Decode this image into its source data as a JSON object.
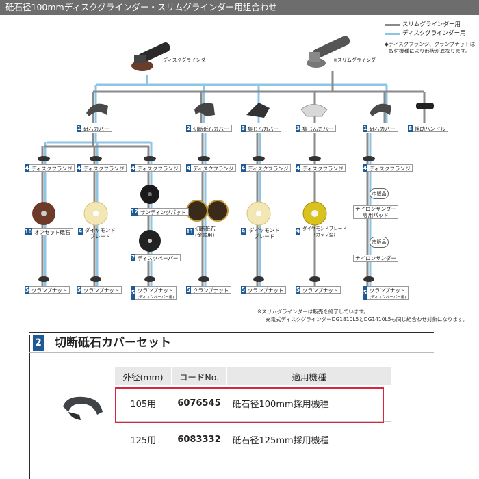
{
  "header": {
    "title": "砥石径100mmディスクグラインダー・スリムグラインダー用組合わせ"
  },
  "legend": [
    {
      "label": "スリムグラインダー用",
      "color": "#8a8a8a"
    },
    {
      "label": "ディスクグラインダー用",
      "color": "#8ec5e5"
    }
  ],
  "legend_note": [
    "◆ディスクフランジ、クランプナットは",
    "取付機種により形状が異なります。"
  ],
  "tools": {
    "disc": "ディスクグラインダー",
    "slim": "※スリムグラインダー"
  },
  "covers": [
    {
      "num": "1",
      "label": "砥石カバー"
    },
    {
      "num": "2",
      "label": "切断砥石カバー"
    },
    {
      "num": "3",
      "label": "集じんカバー"
    },
    {
      "num": "3",
      "label": "集じんカバー"
    },
    {
      "num": "1",
      "label": "砥石カバー"
    },
    {
      "num": "8",
      "label": "補助ハンドル"
    }
  ],
  "flange": {
    "num": "4",
    "label": "ディスクフランジ"
  },
  "clamp": {
    "num": "5",
    "label": "クランプナット"
  },
  "clamp_paper": {
    "num": "5",
    "label": "クランプナット",
    "sub": "(ディスクペーパー用)"
  },
  "accessories": {
    "offset": {
      "num": "10",
      "label": "オフセット砥石"
    },
    "diamond": {
      "num": "9",
      "label": "ダイヤモンド",
      "label2": "ブレード"
    },
    "sanding_pad": {
      "num": "12",
      "label": "サンディングパッド"
    },
    "disc_paper": {
      "num": "7",
      "label": "ディスクペーパー"
    },
    "cut": {
      "num": "11",
      "label": "切断砥石",
      "label2": "(金属用)"
    },
    "diamond_cup": {
      "num": "9",
      "label": "ダイヤモンドブレード",
      "label2": "(カップ型)"
    },
    "market": "市販品",
    "nylon_pad": "ナイロンサンダー",
    "nylon_pad2": "専用パッド",
    "nylon_sander": "ナイロンサンダー"
  },
  "footnote": [
    "※スリムグラインダーは販売を終了しています。",
    "充電式ディスクグラインダーDG1810L5とDG1410L5も同じ組合わせ対象になります。"
  ],
  "section": {
    "num": "2",
    "title": "切断砥石カバーセット",
    "table": {
      "headers": [
        "外径(mm)",
        "コードNo.",
        "適用機種"
      ],
      "rows": [
        {
          "size": "105用",
          "code": "6076545",
          "model": "砥石径100mm採用機種"
        },
        {
          "size": "125用",
          "code": "6083332",
          "model": "砥石径125mm採用機種"
        }
      ]
    }
  }
}
